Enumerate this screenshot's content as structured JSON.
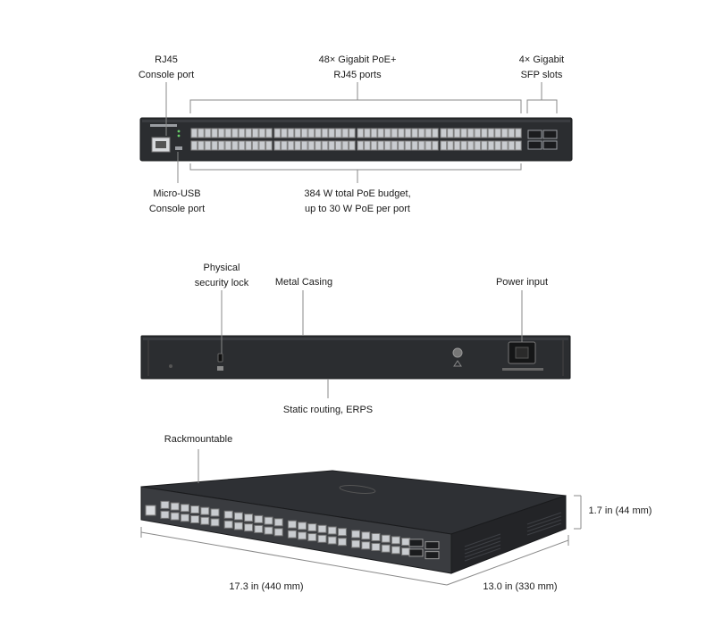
{
  "front": {
    "console_label": [
      "RJ45",
      "Console port"
    ],
    "ports_label": [
      "48× Gigabit PoE+",
      "RJ45 ports"
    ],
    "sfp_label": [
      "4× Gigabit",
      "SFP slots"
    ],
    "micro_usb_label": [
      "Micro-USB",
      "Console port"
    ],
    "poe_label": [
      "384 W total PoE budget,",
      "up to 30 W PoE per port"
    ]
  },
  "rear": {
    "lock_label": [
      "Physical",
      "security lock"
    ],
    "casing_label": "Metal Casing",
    "power_label": "Power input",
    "routing_label": "Static routing, ERPS"
  },
  "perspective": {
    "rack_label": "Rackmountable",
    "height_label": "1.7 in (44 mm)",
    "width_label": "17.3 in (440 mm)",
    "depth_label": "13.0 in (330 mm)"
  },
  "colors": {
    "chassis": "#2b2d30",
    "leader": "#8a8a8a",
    "port": "#c9ccd0"
  }
}
